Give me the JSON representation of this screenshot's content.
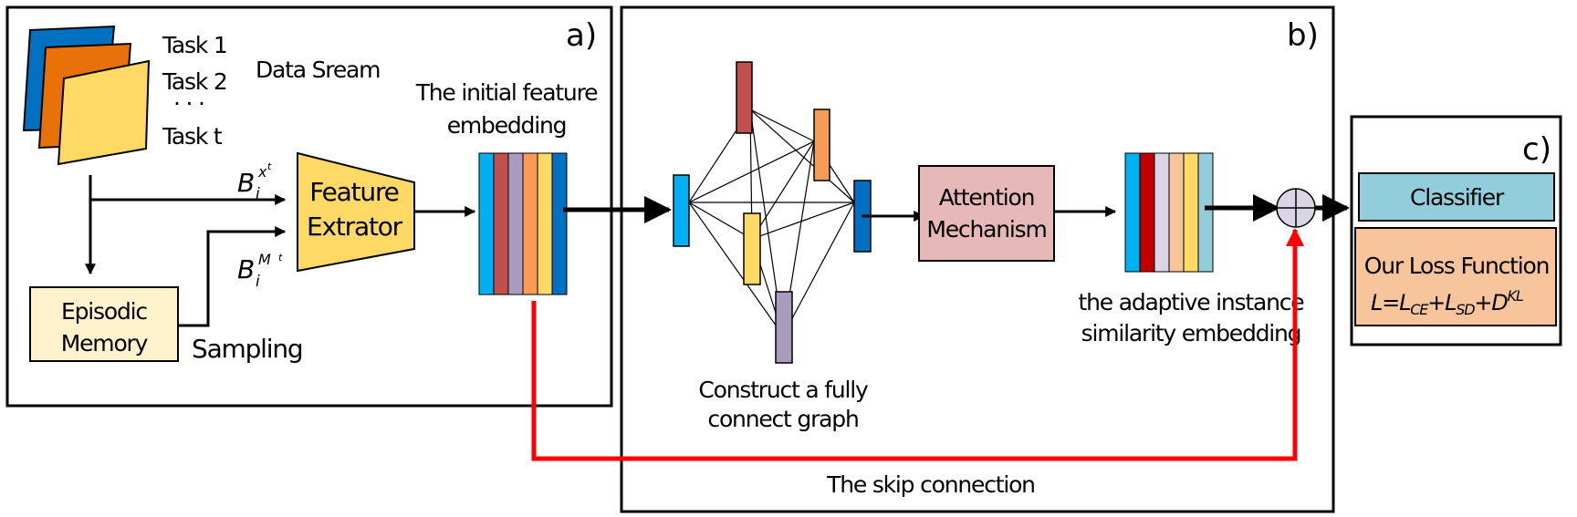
{
  "panels": {
    "a": "a)",
    "b": "b)",
    "c": "c)"
  },
  "data_stream": {
    "label": "Data Sream",
    "tasks": [
      "Task 1",
      "Task 2",
      "· · ·",
      "Task t"
    ],
    "task_colors": [
      "#0070C0",
      "#E8710A",
      "#FFD966"
    ]
  },
  "inputs": {
    "bx_base": "B",
    "bx_sub": "i",
    "bx_sup": "x",
    "bx_supsup": "t",
    "bm_base": "B",
    "bm_sub": "i",
    "bm_sup": "M",
    "bm_supsup": "t"
  },
  "episodic_memory": {
    "line1": "Episodic",
    "line2": "Memory",
    "color": "#FFF2CC"
  },
  "sampling_label": "Sampling",
  "feature_extractor": {
    "line1": "Feature",
    "line2": "Extrator",
    "color": "#FFD966"
  },
  "initial_embedding": {
    "line1": "The initial feature",
    "line2": "embedding",
    "colors": [
      "#00B0F0",
      "#C0504D",
      "#A99BBD",
      "#F79B57",
      "#FFD966",
      "#0070C0"
    ]
  },
  "graph": {
    "line1": "Construct a fully",
    "line2": "connect graph",
    "nodes": [
      {
        "name": "node-blue",
        "color": "#00B0F0"
      },
      {
        "name": "node-red",
        "color": "#C0504D"
      },
      {
        "name": "node-orange",
        "color": "#F79B57"
      },
      {
        "name": "node-yellow",
        "color": "#FFD966"
      },
      {
        "name": "node-purple",
        "color": "#A99BBD"
      },
      {
        "name": "node-darkblue",
        "color": "#0070C0"
      }
    ]
  },
  "attention": {
    "line1": "Attention",
    "line2": "Mechanism",
    "color": "#E6B8B7"
  },
  "adaptive_embedding": {
    "line1": "the adaptive instance",
    "line2": "similarity embedding",
    "colors": [
      "#00B0F0",
      "#C00000",
      "#D9D5E6",
      "#F8C49B",
      "#FFD966",
      "#92CDDC"
    ]
  },
  "skip_connection_label": "The skip connection",
  "classifier": {
    "label": "Classifier",
    "color": "#92CDDC"
  },
  "loss": {
    "title": "Our Loss Function",
    "color": "#F8C49B",
    "formula": {
      "L": "L",
      "eq": "=",
      "l1": "L",
      "l1_sub": "CE",
      "plus1": "+",
      "l2": "L",
      "l2_sub": "SD",
      "plus2": "+",
      "d": "D",
      "d_sup": "KL"
    }
  }
}
